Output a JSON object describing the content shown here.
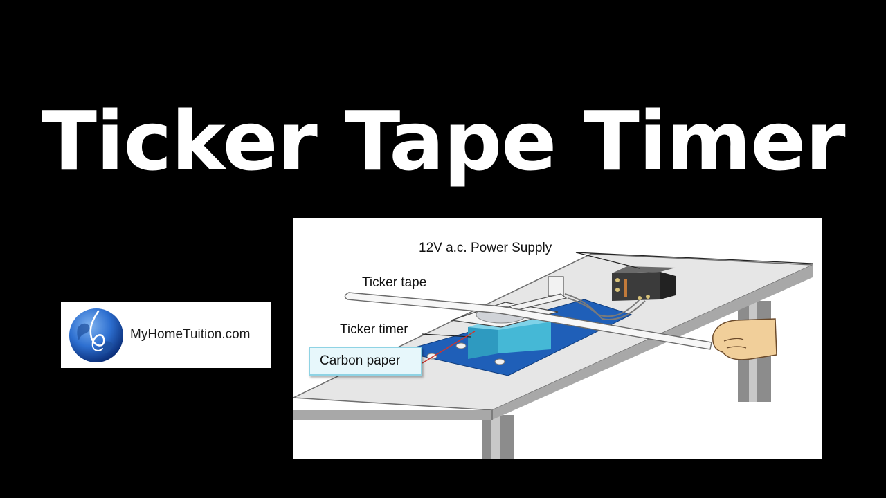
{
  "title": "Ticker Tape Timer",
  "logo": {
    "text": "MyHomeTuition.com"
  },
  "diagram": {
    "labels": {
      "power_supply": "12V a.c. Power Supply",
      "ticker_tape": "Ticker tape",
      "ticker_timer": "Ticker timer",
      "carbon_paper": "Carbon paper"
    }
  },
  "colors": {
    "background": "#000000",
    "title": "#ffffff",
    "timer_body": "#45b8d6",
    "base_plate": "#1f5fb8",
    "label_box_fill": "#e7f7fb",
    "label_box_border": "#8fd3e4"
  }
}
